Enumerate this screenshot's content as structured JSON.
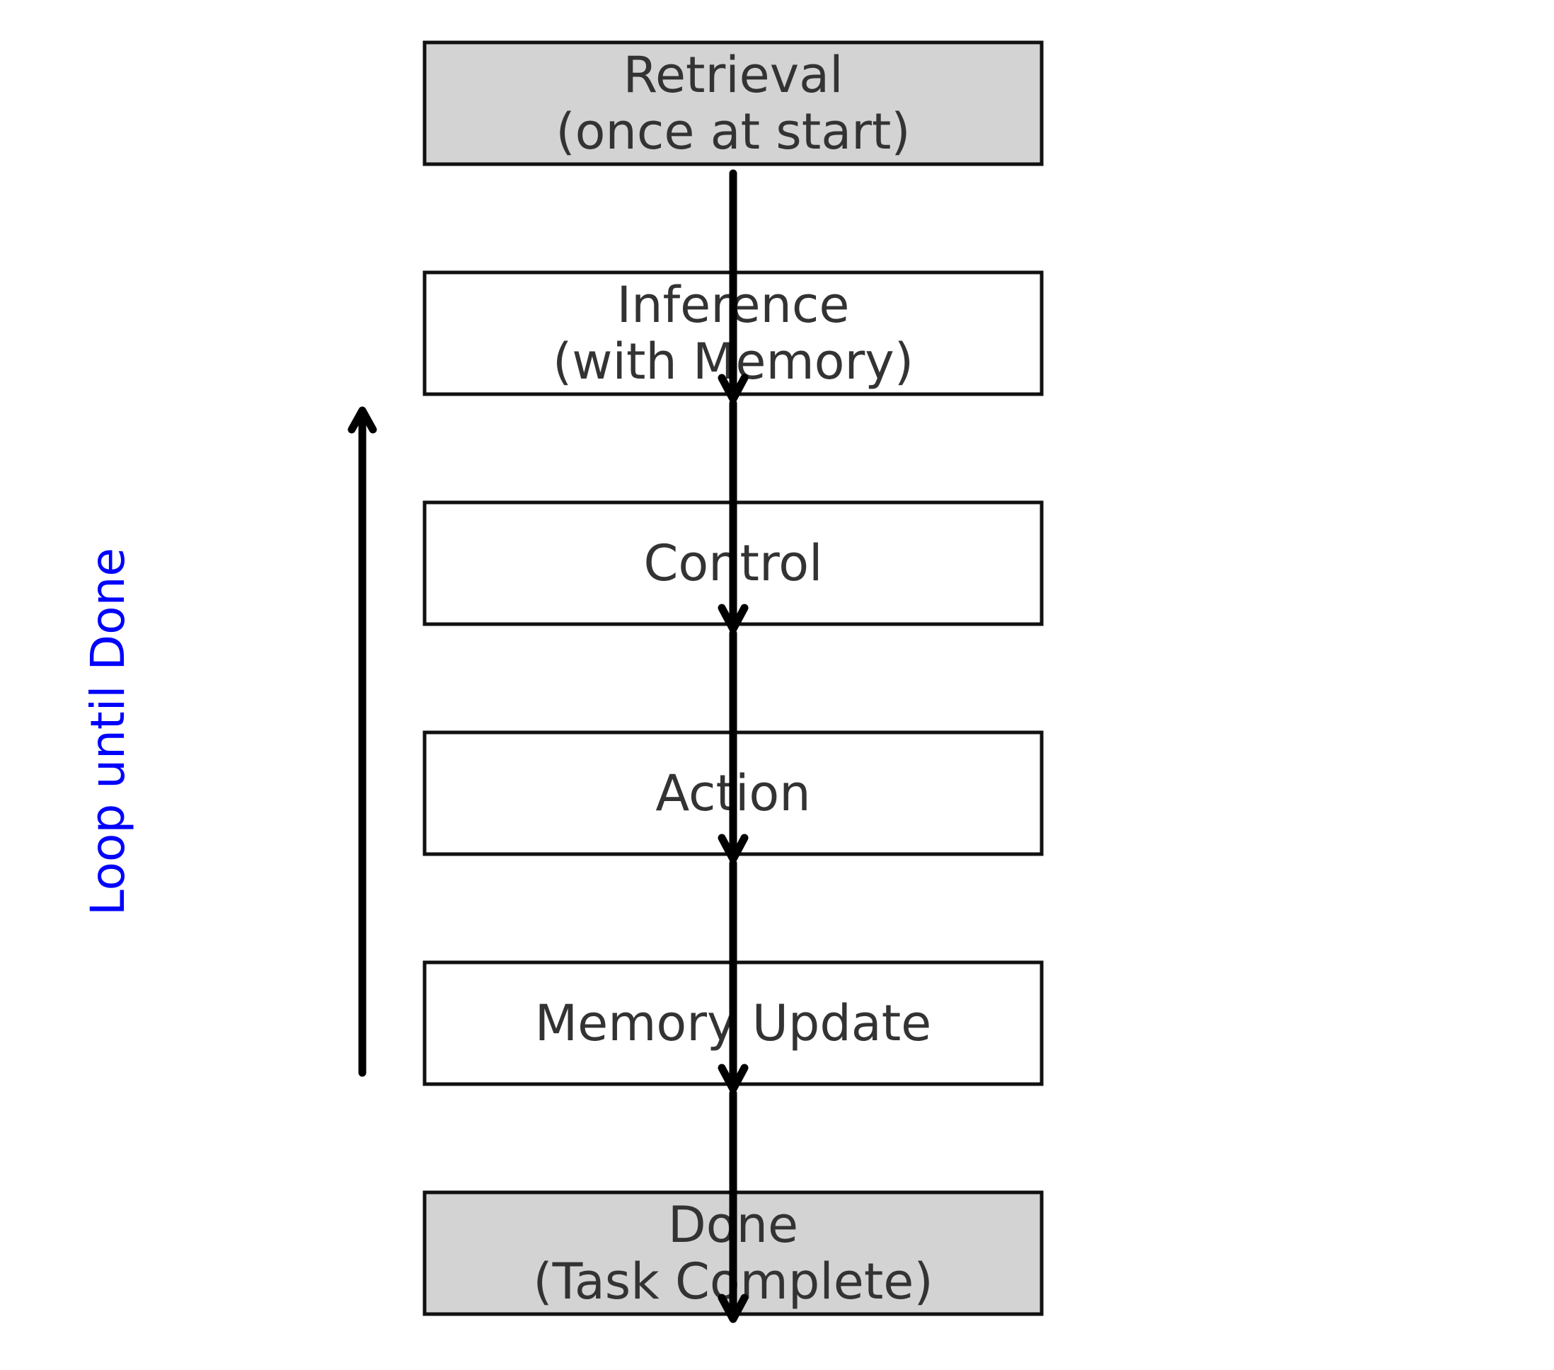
{
  "nodes": [
    {
      "lines": [
        "Retrieval",
        "(once at start)"
      ],
      "fill": "#d3d3d3"
    },
    {
      "lines": [
        "Inference",
        "(with Memory)"
      ],
      "fill": "#ffffff"
    },
    {
      "lines": [
        "Control"
      ],
      "fill": "#ffffff"
    },
    {
      "lines": [
        "Action"
      ],
      "fill": "#ffffff"
    },
    {
      "lines": [
        "Memory Update"
      ],
      "fill": "#ffffff"
    },
    {
      "lines": [
        "Done",
        "(Task Complete)"
      ],
      "fill": "#d3d3d3"
    }
  ],
  "loop": {
    "label": "Loop until Done",
    "label_color": "#0000ff"
  },
  "colors": {
    "arrow": "#000000",
    "border": "#111111",
    "text": "#333333"
  }
}
